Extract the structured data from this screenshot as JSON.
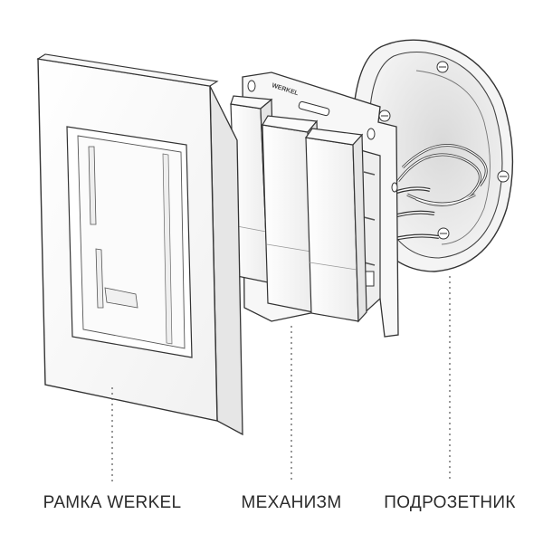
{
  "diagram": {
    "brand_mark": "WERKEL",
    "labels": {
      "frame": "РАМКА WERKEL",
      "mechanism": "МЕХАНИЗМ",
      "box": "ПОДРОЗЕТНИК"
    }
  }
}
